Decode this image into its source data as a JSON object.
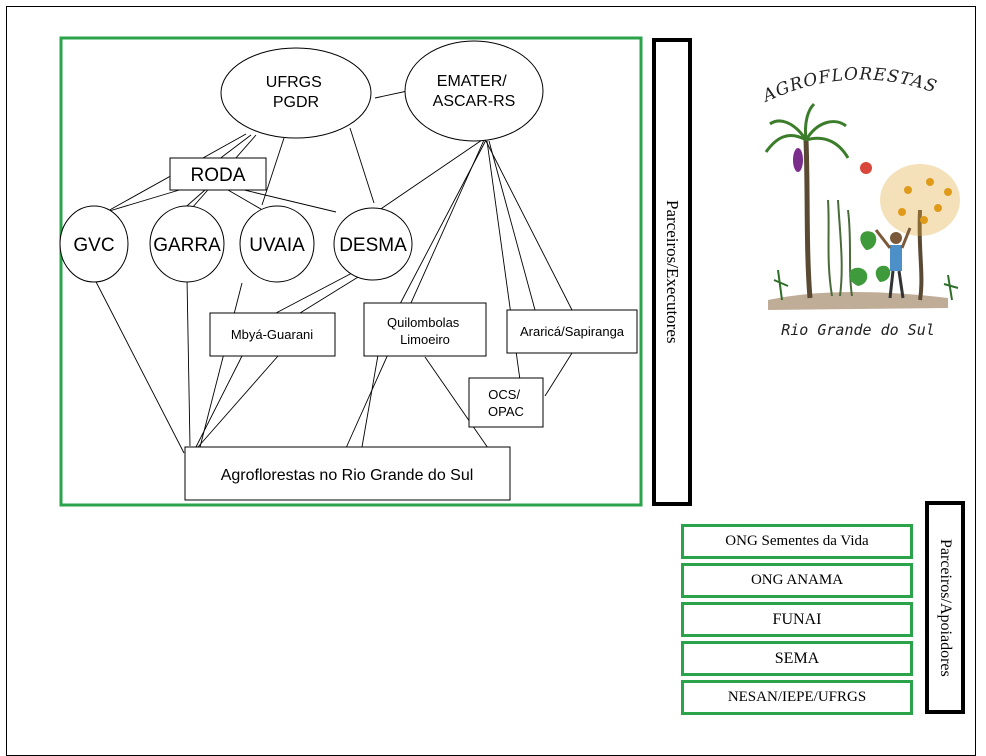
{
  "diagram": {
    "nodes": {
      "ufrgs": "UFRGS\nPGDR",
      "emater": "EMATER/\nASCAR-RS",
      "roda": "RODA",
      "gvc": "GVC",
      "garra": "GARRA",
      "uvaia": "UVAIA",
      "desma": "DESMA",
      "mbya": "Mbyá-Guarani",
      "quilombolas": "Quilombolas\nLimoeiro",
      "ararica": "Araricá/Sapiranga",
      "ocs": "OCS/\nOPAC",
      "agro": "Agroflorestas no Rio Grande do Sul"
    },
    "colors": {
      "accent_green": "#2aa34a",
      "line": "#000000"
    }
  },
  "labels": {
    "executores": "Parceiros/Executores",
    "apoiadores": "Parceiros/Apoiadores"
  },
  "supporters": [
    "ONG Sementes da Vida",
    "ONG ANAMA",
    "FUNAI",
    "SEMA",
    "NESAN/IEPE/UFRGS"
  ],
  "logo": {
    "title": "AGROFLORESTAS",
    "subtitle": "Rio Grande do Sul"
  }
}
